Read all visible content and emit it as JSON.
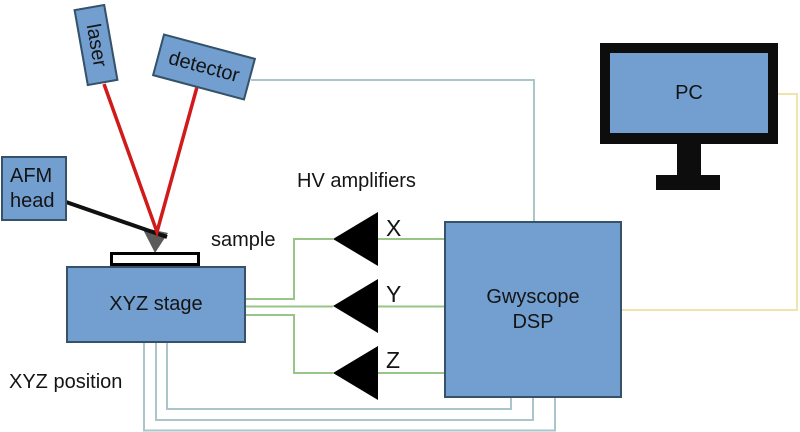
{
  "colors": {
    "box_fill": "#729fcf",
    "box_border": "#355269",
    "signal_green": "#97c588",
    "signal_teal": "#abc6cb",
    "signal_yellow": "#eee4ac",
    "laser_red": "#d11a1a",
    "pc_black": "#0d0d0d",
    "tip_gray": "#5b5b5b"
  },
  "components": {
    "laser": {
      "label": "laser"
    },
    "detector": {
      "label": "detector"
    },
    "afm_head": {
      "label": "AFM\nhead"
    },
    "sample": {
      "label": "sample"
    },
    "xyz_stage": {
      "label": "XYZ stage"
    },
    "xyz_position": {
      "label": "XYZ position"
    },
    "hv_amplifiers": {
      "label": "HV amplifiers",
      "channels": [
        {
          "label": "X"
        },
        {
          "label": "Y"
        },
        {
          "label": "Z"
        }
      ]
    },
    "dsp": {
      "label": "Gwyscope\nDSP"
    },
    "pc": {
      "label": "PC"
    }
  }
}
